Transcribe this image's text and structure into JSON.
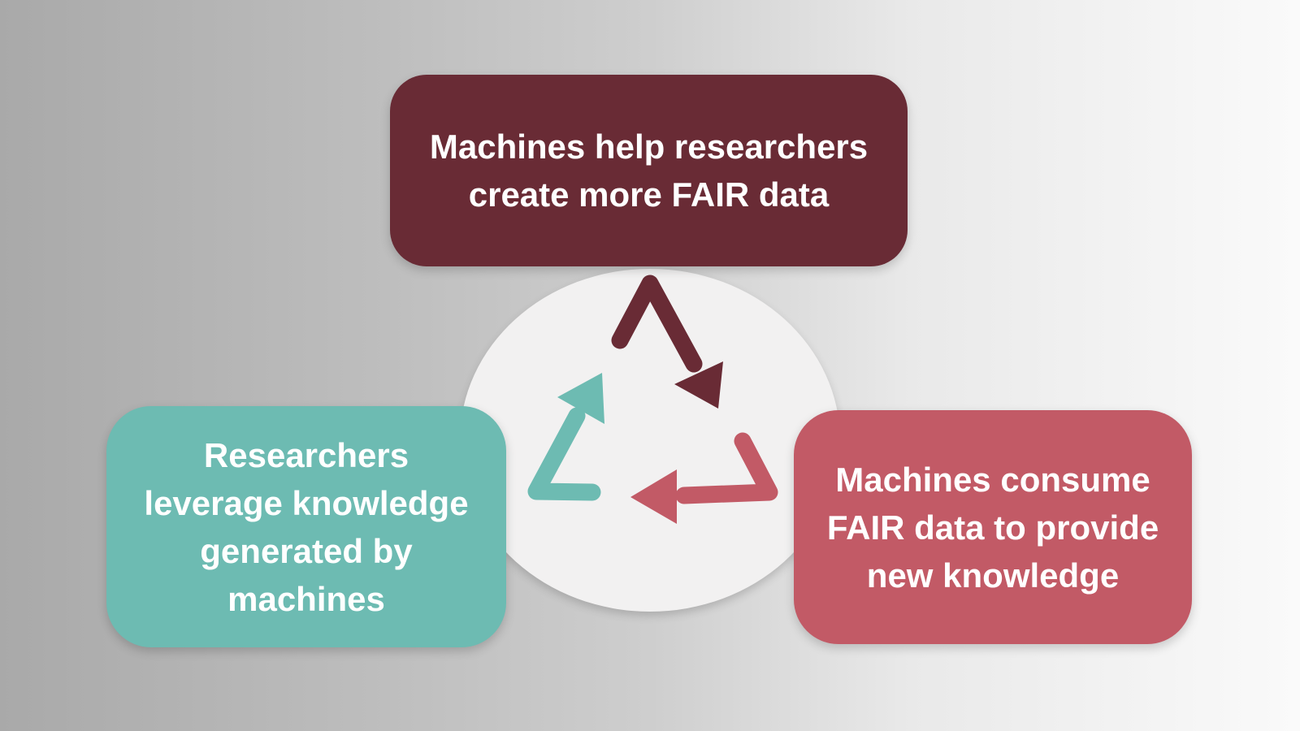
{
  "diagram": {
    "type": "cycle-infographic",
    "background": {
      "gradient_left": "#A9A9A9",
      "gradient_right": "#FAFAFA"
    },
    "text_color": "#FFFFFF",
    "boxes": {
      "top": {
        "text": "Machines help researchers create more FAIR data",
        "lines": [
          "Machines help researchers",
          "create more FAIR data"
        ],
        "color": "#692B35"
      },
      "left": {
        "text": "Researchers leverage knowledge generated by machines",
        "lines": [
          "Researchers",
          "leverage knowledge",
          "generated by",
          "machines"
        ],
        "color": "#6DBBB2"
      },
      "right": {
        "text": "Machines consume FAIR data to provide new knowledge",
        "lines": [
          "Machines consume",
          "FAIR data to provide",
          "new knowledge"
        ],
        "color": "#C25A66"
      }
    },
    "cycle": {
      "circle_color": "#F2F1F1",
      "arrows": [
        {
          "name": "top",
          "color": "#692B35"
        },
        {
          "name": "right",
          "color": "#C25A66"
        },
        {
          "name": "left",
          "color": "#6DBBB2"
        }
      ]
    }
  }
}
